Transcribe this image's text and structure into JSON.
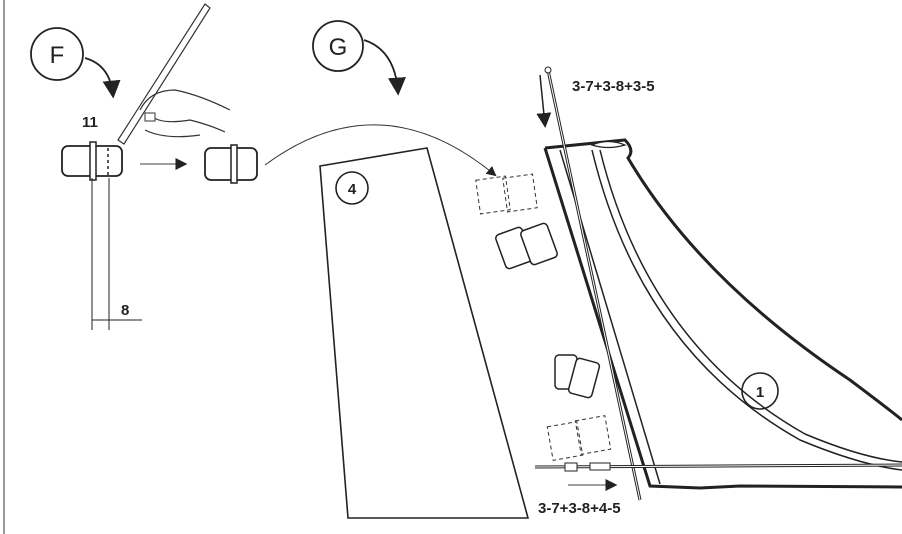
{
  "steps": {
    "f": {
      "label": "F",
      "dimension_top": "11",
      "dimension_bottom": "8"
    },
    "g": {
      "label": "G"
    }
  },
  "parts": {
    "panel": "4",
    "frame": "1"
  },
  "codes": {
    "top": "3-7+3-8+3-5",
    "bottom": "3-7+3-8+4-5"
  }
}
